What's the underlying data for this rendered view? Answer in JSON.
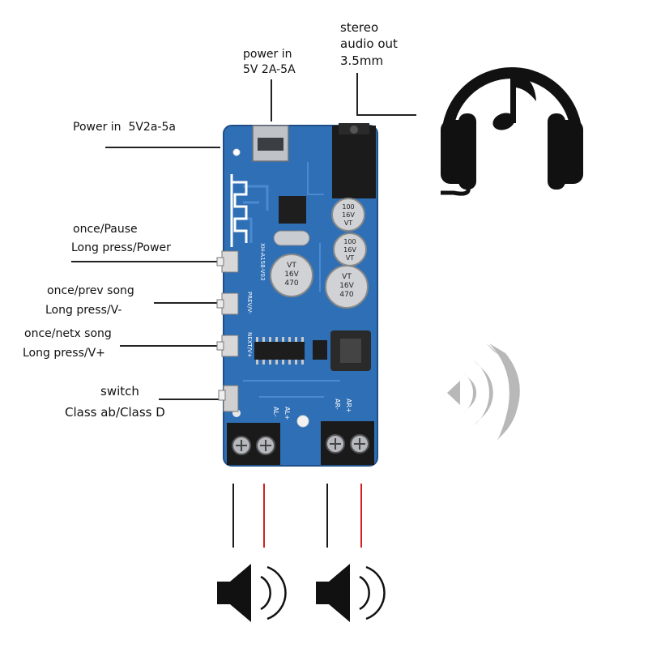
{
  "labels": {
    "power_in_top_1": "power in",
    "power_in_top_2": "5V 2A-5A",
    "stereo_1": "stereo",
    "stereo_2": "audio out",
    "stereo_3": "3.5mm",
    "power_in_left": "Power in  5V2a-5a",
    "pause_1": "once/Pause",
    "pause_2": "Long press/Power",
    "prev_1": "once/prev song",
    "prev_2": "Long press/V-",
    "next_1": "once/netx song",
    "next_2": "Long press/V+",
    "switch_1": "switch",
    "switch_2": "Class ab/Class D"
  },
  "pcb": {
    "cap_small_1_a": "100",
    "cap_small_1_b": "16V",
    "cap_small_1_c": "VT",
    "cap_small_2_a": "100",
    "cap_small_2_b": "16V",
    "cap_small_2_c": "VT",
    "cap_big_1_a": "470",
    "cap_big_1_b": "16V",
    "cap_big_1_c": "VT",
    "cap_big_2_a": "470",
    "cap_big_2_b": "16V",
    "cap_big_2_c": "VT",
    "term_left_1": "AL-",
    "term_left_2": "AL+",
    "term_right_1": "AR-",
    "term_right_2": "AR+",
    "silk_board": "XH-A158-V03",
    "silk_prev": "PREV/V-",
    "silk_next": "NEXT/V+"
  },
  "colors": {
    "pcb": "#2f6fb5",
    "wire_black": "#1a1a1a",
    "wire_red": "#d42020",
    "icon_gray": "#b8b8b8"
  },
  "icons": [
    "headphones-music-icon",
    "wireless-signal-icon",
    "speaker-left-icon",
    "speaker-right-icon"
  ]
}
